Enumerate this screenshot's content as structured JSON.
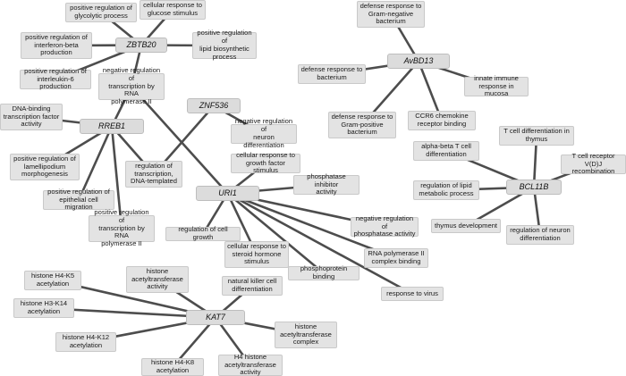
{
  "genes": {
    "zbtb20": "ZBTB20",
    "avbd13": "AvBD13",
    "znf536": "ZNF536",
    "rreb1": "RREB1",
    "bcl11b": "BCL11B",
    "uri1": "URI1",
    "kat7": "KAT7"
  },
  "terms": {
    "glycolytic": "positive regulation of\nglycolytic process",
    "glucose_stimulus": "cellular response to\nglucose stimulus",
    "interferon_beta": "positive regulation of\ninterferon-beta\nproduction",
    "lipid_biosynthetic": "positive regulation of\nlipid biosynthetic\nprocess",
    "interleukin6": "positive regulation of\ninterleukin-6 production",
    "neg_transcription_rna_pol2": "negative regulation of\ntranscription by RNA\npolymerase II",
    "dna_binding_tf": "DNA-binding\ntranscription factor\nactivity",
    "neg_neuron_diff": "negative regulation of\nneuron differentiation",
    "lamellipodium": "positive regulation of\nlamellipodium\nmorphogenesis",
    "reg_transcription_dna_templated": "regulation of\ntranscription,\nDNA-templated",
    "epithelial_migration": "positive regulation of\nepithelial cell migration",
    "pos_transcription_rna_pol2": "positive regulation of\ntranscription by RNA\npolymerase II",
    "growth_factor": "cellular response to\ngrowth factor stimulus",
    "phosphatase_inhibitor": "phosphatase inhibitor\nactivity",
    "cell_growth": "regulation of cell growth",
    "neg_phosphatase": "negative regulation of\nphosphatase activity",
    "steroid_hormone": "cellular response to\nsteroid hormone\nstimulus",
    "rna_pol2_binding": "RNA polymerase II\ncomplex binding",
    "phosphoprotein_binding": "phosphoprotein binding",
    "response_virus": "response to virus",
    "gram_negative": "defense response to\nGram-negative\nbacterium",
    "defense_bacterium": "defense response to\nbacterium",
    "innate_immune": "innate immune\nresponse in mucosa",
    "gram_positive": "defense response to\nGram-positive\nbacterium",
    "ccr6": "CCR6 chemokine\nreceptor binding",
    "abt_diff": "alpha-beta T cell\ndifferentiation",
    "t_diff_thymus": "T cell differentiation in\nthymus",
    "tcr_vdj": "T cell receptor V(D)J\nrecombination",
    "lipid_metabolic": "regulation of lipid\nmetabolic process",
    "thymus_dev": "thymus development",
    "reg_neuron_diff": "regulation of neuron\ndifferentiation",
    "h4k5": "histone H4-K5\nacetylation",
    "histone_acetyltransferase_activity": "histone\nacetyltransferase\nactivity",
    "nk_diff": "natural killer cell\ndifferentiation",
    "h3k14": "histone H3-K14\nacetylation",
    "h4k12": "histone H4-K12\nacetylation",
    "hat_complex": "histone\nacetyltransferase\ncomplex",
    "h4k8": "histone H4-K8\nacetylation",
    "h4_hat_activity": "H4 histone\nacetyltransferase\nactivity"
  },
  "colors": {
    "edge": "#4d4d4d",
    "node_fill": "#e3e3e3",
    "node_border": "#c9c9c9"
  }
}
